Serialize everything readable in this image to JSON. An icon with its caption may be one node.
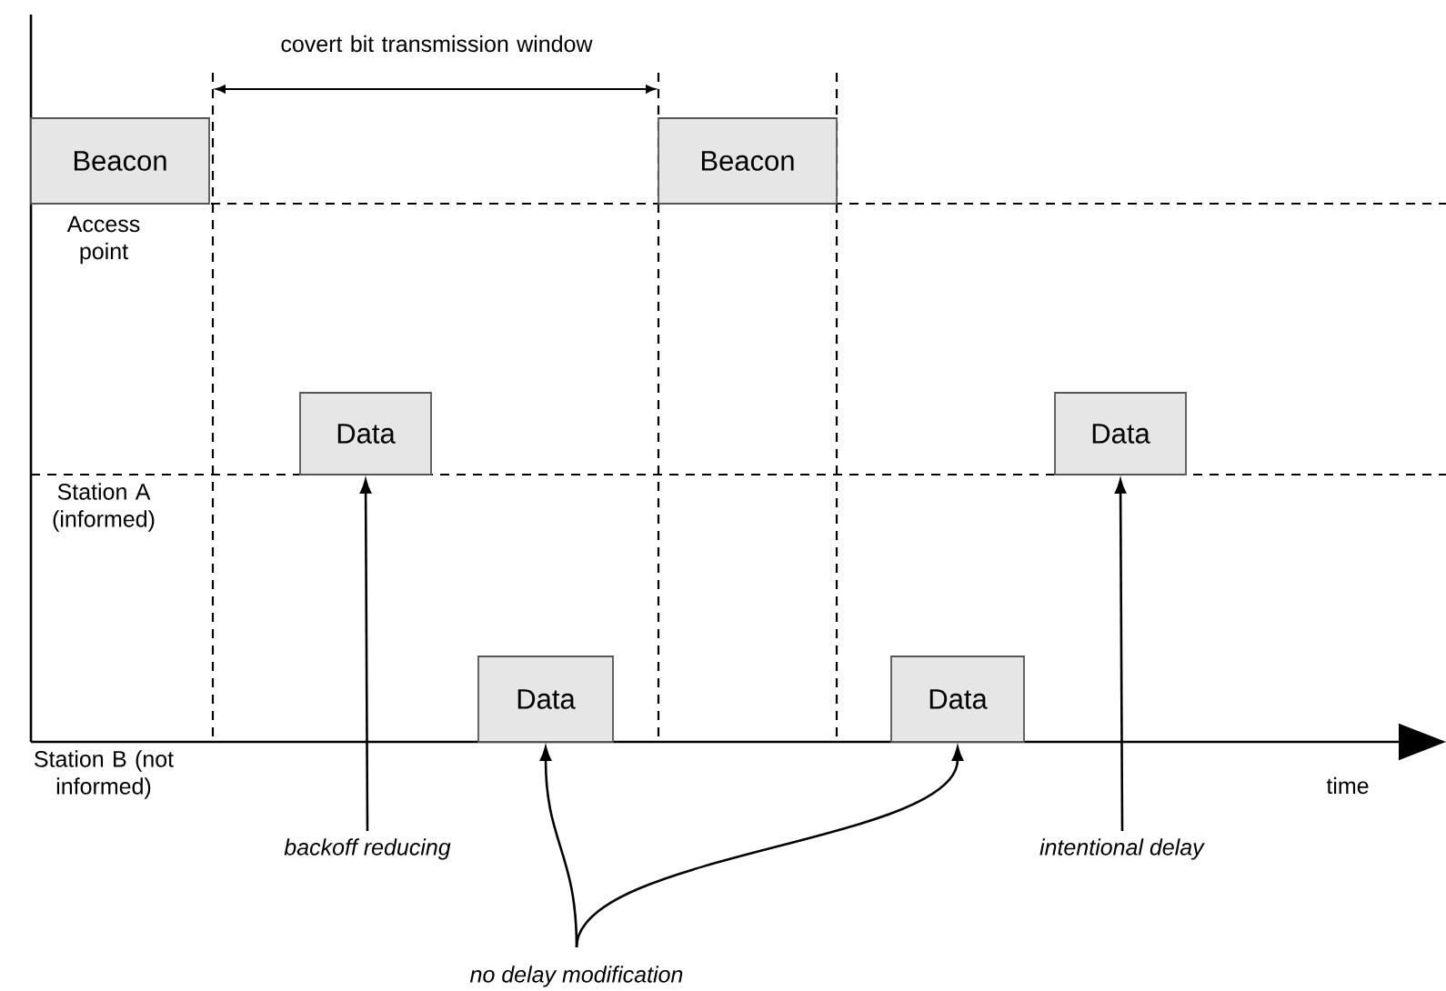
{
  "diagram": {
    "nodes": [
      {
        "text": [
          "Beacon"
        ]
      },
      {
        "text": [
          "Beacon"
        ]
      },
      {
        "text": [
          "Data"
        ]
      },
      {
        "text": [
          "Data"
        ]
      },
      {
        "text": [
          "Data"
        ]
      },
      {
        "text": [
          "Data"
        ]
      },
      {
        "text": [
          "*backoff reducing*"
        ]
      },
      {
        "text": [
          "*no delay modification*"
        ]
      },
      {
        "text": [
          "*intentional delay*"
        ]
      }
    ],
    "edges": [
      {
        "from": 6,
        "to": 2,
        "arrow": "to"
      },
      {
        "from": 7,
        "to": 3,
        "arrow": "to"
      },
      {
        "from": 7,
        "to": 4,
        "arrow": "to"
      },
      {
        "from": 8,
        "to": 5,
        "arrow": "to"
      }
    ],
    "labels": [
      "covert bit transmission window",
      "Access point",
      "Station A (informed)",
      "Station B (not informed)",
      "time"
    ]
  }
}
